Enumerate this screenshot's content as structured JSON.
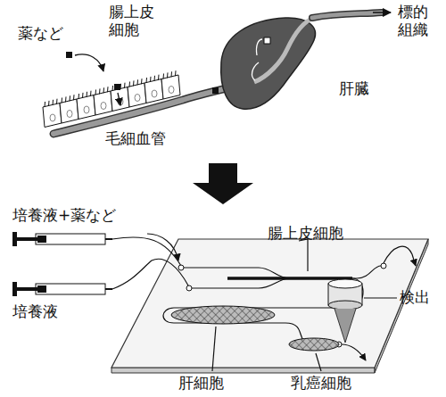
{
  "diagram": {
    "labels": [
      "薬など",
      "腸上皮細胞",
      "標的組織",
      "肝臓",
      "毛細血管",
      "培養液+薬など",
      "腸上皮細胞",
      "培養液",
      "検出",
      "肝細胞",
      "乳癌細胞"
    ]
  }
}
